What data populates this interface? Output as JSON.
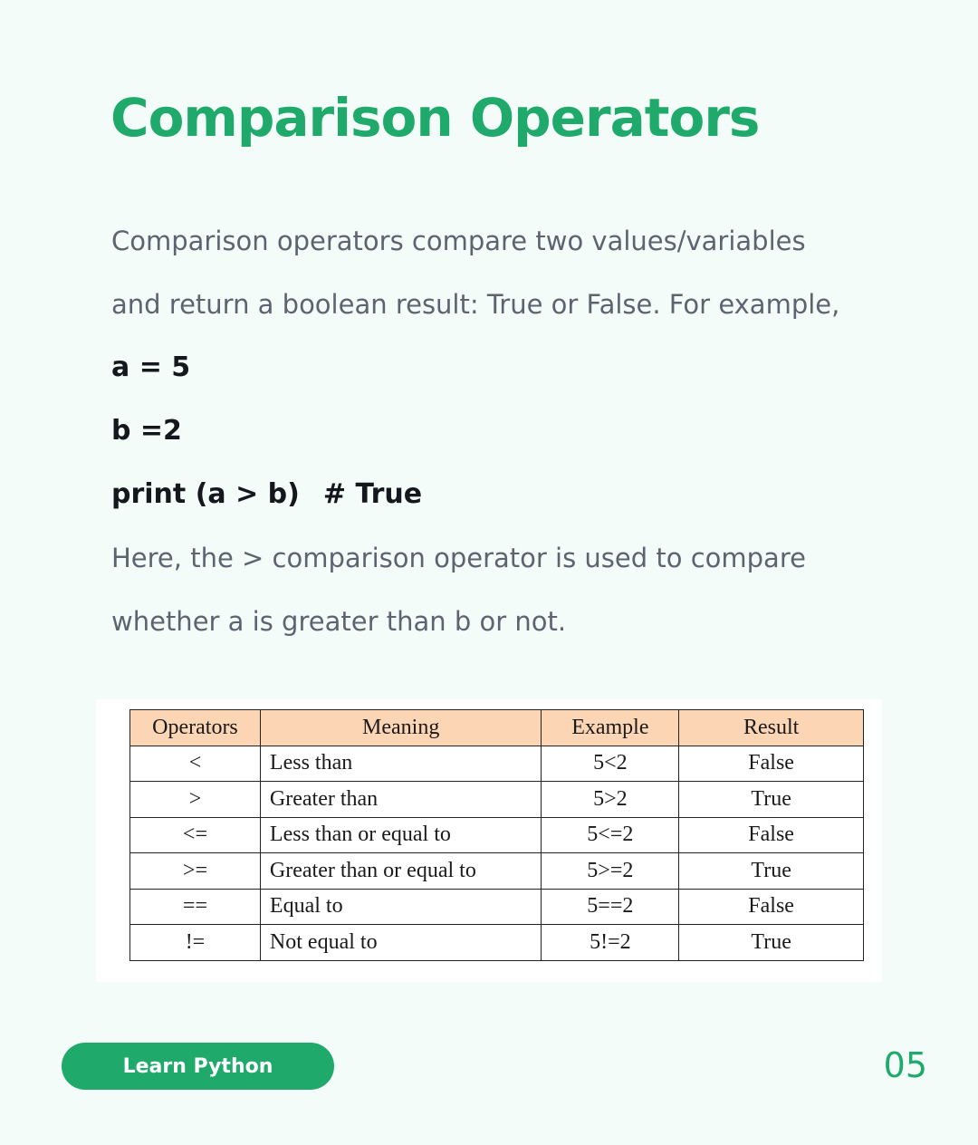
{
  "title": "Comparison Operators",
  "intro": {
    "line1": "Comparison operators compare two values/variables",
    "line2": "and return a boolean result: True or False. For example,"
  },
  "code": {
    "line1": "a = 5",
    "line2": "b =2",
    "line3_statement": "print (a > b)",
    "line3_comment": "# True"
  },
  "explanation": {
    "line1": "Here, the > comparison operator is used to compare",
    "line2": "whether a is greater than b or not."
  },
  "table": {
    "headers": [
      "Operators",
      "Meaning",
      "Example",
      "Result"
    ],
    "rows": [
      [
        "<",
        "Less than",
        "5<2",
        "False"
      ],
      [
        ">",
        "Greater than",
        "5>2",
        "True"
      ],
      [
        "<=",
        "Less than or equal to",
        "5<=2",
        "False"
      ],
      [
        ">=",
        "Greater than or equal to",
        "5>=2",
        "True"
      ],
      [
        "==",
        "Equal to",
        "5==2",
        "False"
      ],
      [
        "!=",
        "Not equal to",
        "5!=2",
        "True"
      ]
    ]
  },
  "footer": {
    "badge": "Learn Python",
    "page_number": "05"
  },
  "colors": {
    "accent": "#1faa6b",
    "background": "#f4fcf9",
    "table_header": "#fcd5b5"
  }
}
